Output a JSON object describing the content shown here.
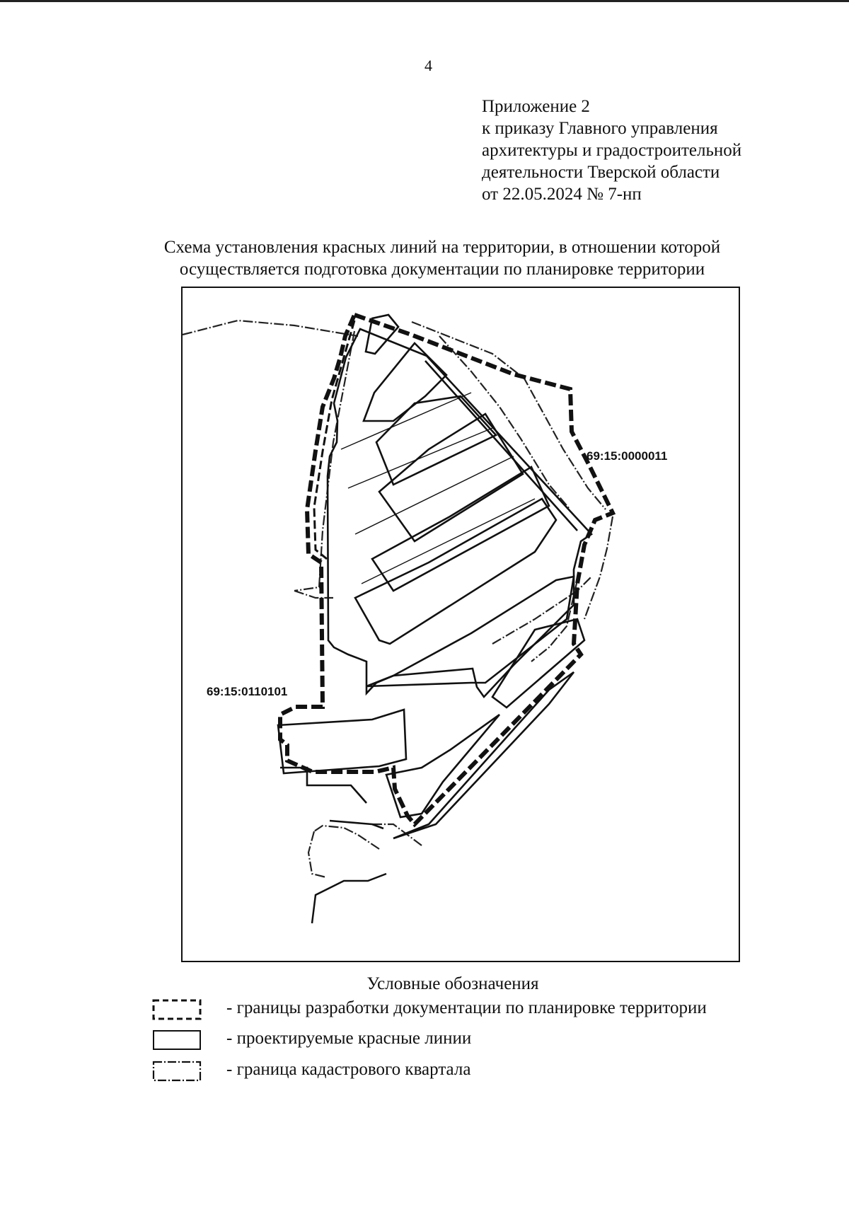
{
  "page_number": "4",
  "appendix": {
    "lines": [
      "Приложение 2",
      "к приказу Главного управления",
      "архитектуры и градостроительной",
      "деятельности Тверской области",
      "от 22.05.2024 № 7-нп"
    ]
  },
  "scheme_title": {
    "lines": [
      "Схема установления красных линий на территории, в отношении которой",
      "осуществляется подготовка документации по планировке территории"
    ]
  },
  "map": {
    "labels": {
      "quarter_east": "69:15:0000011",
      "quarter_west": "69:15:0110101"
    }
  },
  "legend": {
    "title": "Условные обозначения",
    "items": [
      {
        "symbol": "dashed-boundary",
        "text": "- границы разработки документации по планировке территории"
      },
      {
        "symbol": "solid-boundary",
        "text": "- проектируемые красные линии"
      },
      {
        "symbol": "dash-dot-boundary",
        "text": "- граница кадастрового квартала"
      }
    ]
  }
}
